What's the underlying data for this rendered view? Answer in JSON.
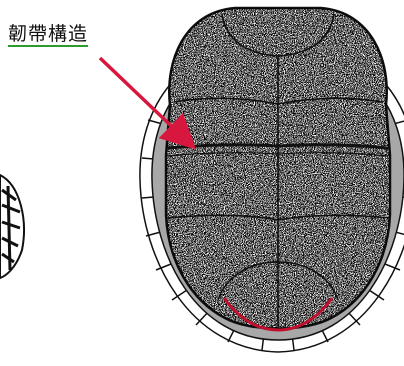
{
  "annotation": {
    "text": "韌帶構造",
    "underline_color": "#2e9b2e"
  },
  "colors": {
    "arrow": "#d8173f",
    "hinge_edge": "#c0102e",
    "outline": "#111111",
    "bridge_gray": "#a8a8a8",
    "scute_fill_light": "#f2f2f2",
    "scute_fill_dark": "#2a2a2a"
  },
  "icons": {
    "arrow": "arrow-pointer",
    "pattern": "stipple-texture"
  }
}
